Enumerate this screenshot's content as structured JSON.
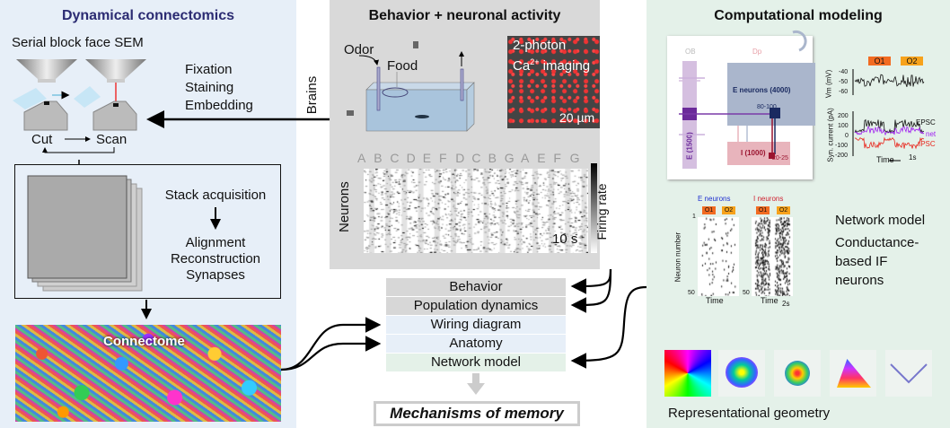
{
  "left_panel": {
    "title": "Dynamical connectomics",
    "subtitle": "Serial block face SEM",
    "sem_label": "SEM",
    "prep_steps": [
      "Fixation",
      "Staining",
      "Embedding"
    ],
    "cut_label": "Cut",
    "scan_label": "Scan",
    "stack_label": "Stack acquisition",
    "processing_steps": [
      "Alignment",
      "Reconstruction",
      "Synapses"
    ],
    "connectome_label": "Connectome",
    "title_color": "#2b2b72",
    "bg_color": "#e7eff8"
  },
  "brains_label": "Brains",
  "middle_panel": {
    "title": "Behavior + neuronal activity",
    "odor_label": "Odor",
    "food_label": "Food",
    "imaging_label_1": "2-photon",
    "imaging_label_2": "Ca",
    "imaging_sup": "2+",
    "imaging_label_3": " imaging",
    "scale_bar_imaging": "20 µm",
    "odor_sequence": [
      "A",
      "B",
      "C",
      "D",
      "E",
      "F",
      "D",
      "C",
      "B",
      "G",
      "A",
      "E",
      "F",
      "G"
    ],
    "raster_ylabel": "Neurons",
    "scale_bar_time": "10 s",
    "colorbar_label": "Firing rate",
    "bg_color": "#d9d9d9"
  },
  "integration": {
    "items": [
      {
        "label": "Behavior",
        "color": "#d7d7d7"
      },
      {
        "label": "Population dynamics",
        "color": "#d7d7d7"
      },
      {
        "label": "Wiring diagram",
        "color": "#e7eff8"
      },
      {
        "label": "Anatomy",
        "color": "#e7eff8"
      },
      {
        "label": "Network model",
        "color": "#e4f1e8"
      }
    ],
    "outcome": "Mechanisms of memory"
  },
  "right_panel": {
    "title": "Computational modeling",
    "bg_color": "#e4f1e9",
    "model": {
      "ob_label": "OB",
      "dp_label": "Dp",
      "e_input_label": "E (1500)",
      "e_neurons_label": "E neurons (4000)",
      "i_neurons_label": "I (1000)",
      "ee_label": "80-100",
      "ei_label": "20-25"
    },
    "traces": {
      "odor1": "O1",
      "odor2": "O2",
      "vm_label": "Vm (mV)",
      "vm_ticks": [
        "-40",
        "-50",
        "-60"
      ],
      "syn_label": "Syn. current (pA)",
      "syn_ticks": [
        "200",
        "100",
        "0",
        "-100",
        "-200"
      ],
      "epsc": "EPSC",
      "net": "net",
      "ipsc": "IPSC",
      "time": "Time",
      "scale": "1s"
    },
    "rasters": {
      "e_title": "E neurons",
      "i_title": "I neurons",
      "odor1": "O1",
      "odor2": "O2",
      "ylabel": "Neuron number",
      "ytick_top": "1",
      "ytick_bottom": "50",
      "time": "Time",
      "scale": "2s"
    },
    "network_model_label": "Network model",
    "neuron_type_lines": [
      "Conductance-",
      "based IF",
      "neurons"
    ],
    "geometry_label": "Representational geometry",
    "odor1_color": "#f26b21",
    "odor2_color": "#f7a21b"
  }
}
